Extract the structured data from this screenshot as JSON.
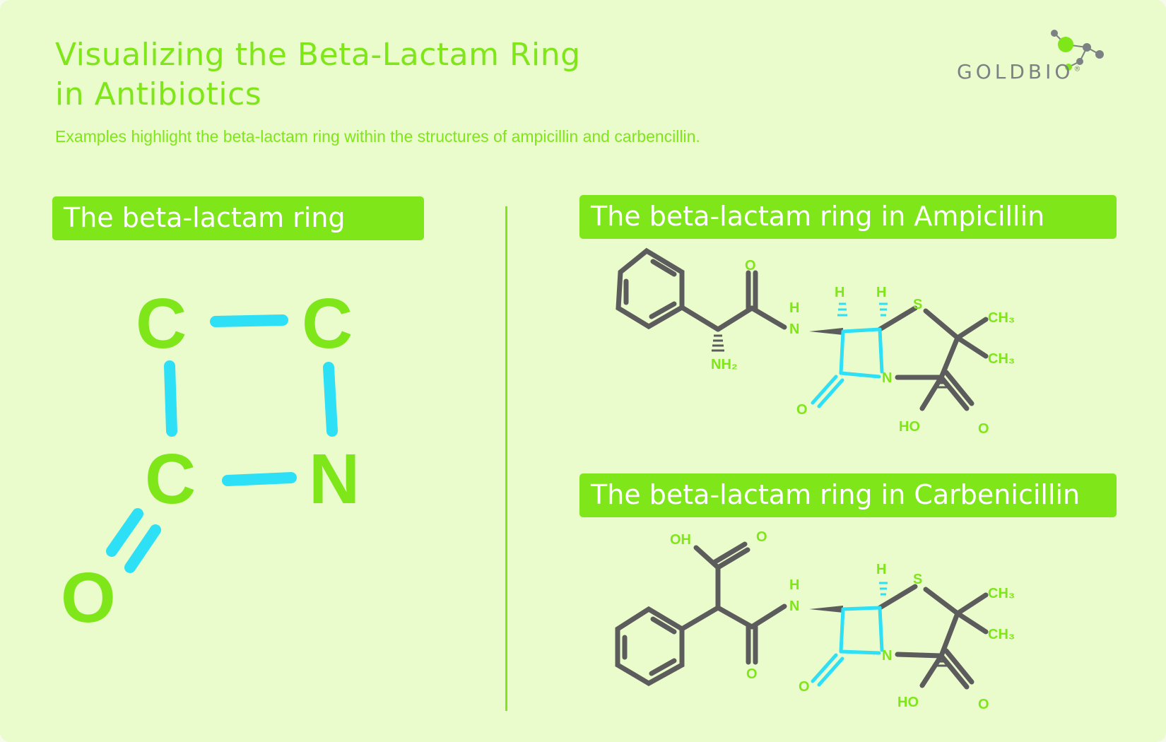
{
  "title": {
    "line1": "Visualizing the Beta-Lactam Ring",
    "line2": "in Antibiotics"
  },
  "subtitle": "Examples highlight the beta-lactam ring within the structures of ampicillin and carbencillin.",
  "logo": {
    "text": "GOLDBIO",
    "mark": "®"
  },
  "panels": {
    "ring": {
      "header": "The beta-lactam ring",
      "atoms": {
        "c1": "C",
        "c2": "C",
        "c3": "C",
        "n": "N",
        "o": "O"
      }
    },
    "ampicillin": {
      "header": "The beta-lactam ring in Ampicillin",
      "labels": {
        "o_top": "O",
        "h_n": "H",
        "n_amide": "N",
        "h1": "H",
        "h2": "H",
        "s": "S",
        "ch3_1": "CH₃",
        "ch3_2": "CH₃",
        "nh2": "NH₂",
        "n_ring": "N",
        "o_lactam": "O",
        "ho": "HO",
        "o_acid": "O"
      }
    },
    "carbenicillin": {
      "header": "The beta-lactam ring in Carbenicillin",
      "labels": {
        "oh": "OH",
        "o_acid_top": "O",
        "h_n": "H",
        "n_amide": "N",
        "h1": "H",
        "s": "S",
        "ch3_1": "CH₃",
        "ch3_2": "CH₃",
        "o_amide": "O",
        "n_ring": "N",
        "o_lactam": "O",
        "ho": "HO",
        "o_acid": "O"
      }
    }
  },
  "colors": {
    "accent": "#7fe619",
    "ring_bond": "#2ee0f5",
    "bond": "#5c5c5c",
    "background": "#eafbcc"
  }
}
